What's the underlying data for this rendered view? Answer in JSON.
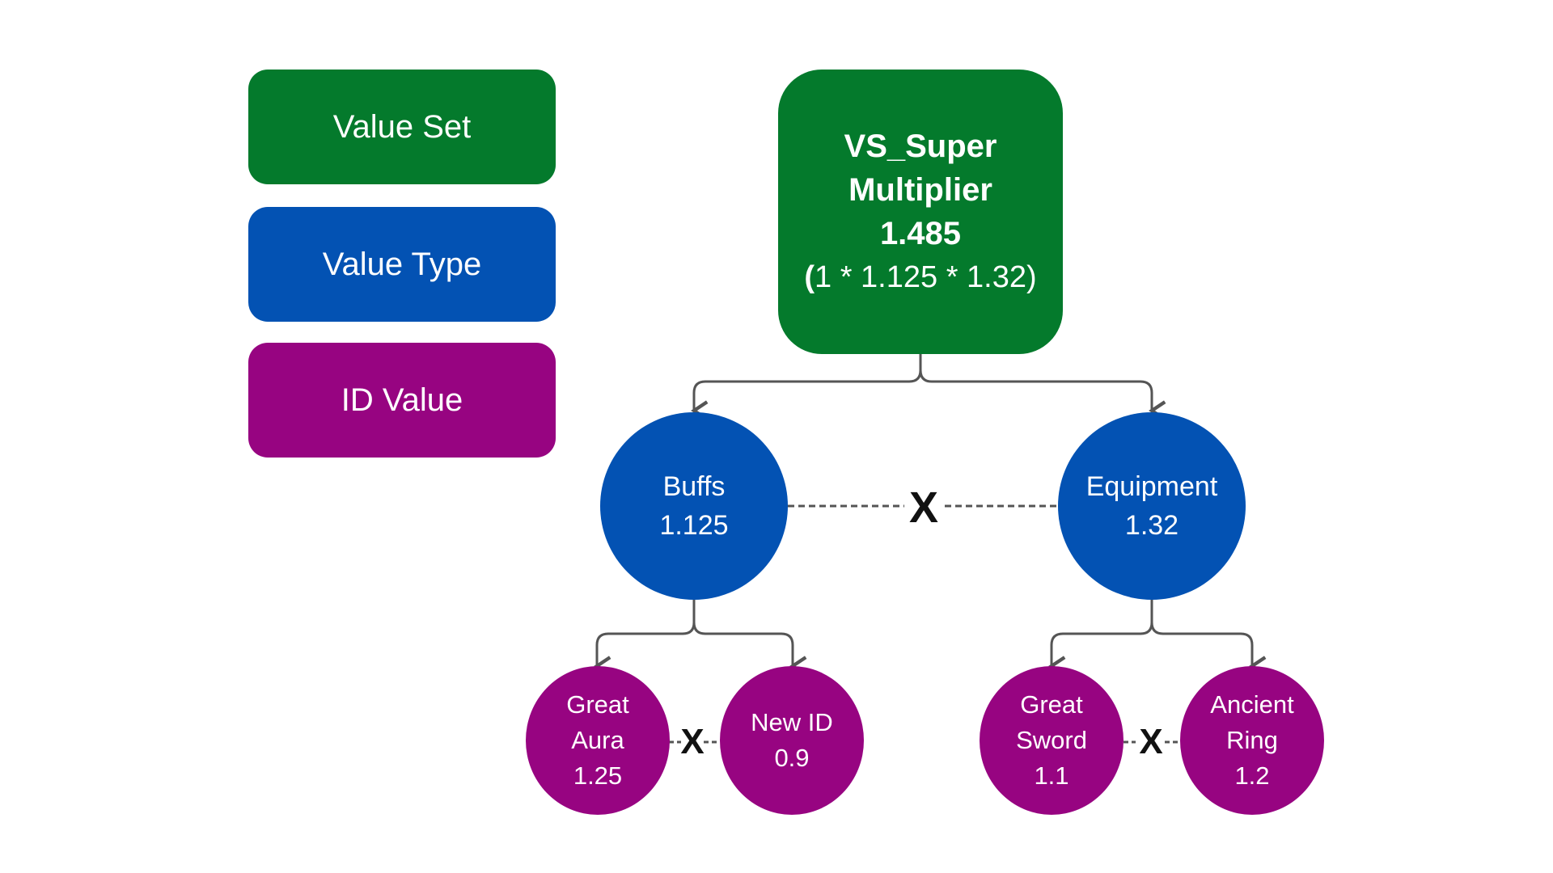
{
  "colors": {
    "value_set": "#047a2c",
    "value_type": "#0352b3",
    "id_value": "#970481",
    "connector": "#555555"
  },
  "legend": {
    "value_set": "Value Set",
    "value_type": "Value Type",
    "id_value": "ID Value"
  },
  "root": {
    "name_line1": "VS_Super",
    "name_line2": "Multiplier",
    "value": "1.485",
    "formula_open": "(",
    "formula_rest": "1 * 1.125 * 1.32)"
  },
  "types": {
    "buffs": {
      "name": "Buffs",
      "value": "1.125"
    },
    "equipment": {
      "name": "Equipment",
      "value": "1.32"
    }
  },
  "ids": {
    "great_aura": {
      "line1": "Great",
      "line2": "Aura",
      "value": "1.25"
    },
    "new_id": {
      "line1": "New ID",
      "value": "0.9"
    },
    "great_sword": {
      "line1": "Great",
      "line2": "Sword",
      "value": "1.1"
    },
    "ancient_ring": {
      "line1": "Ancient",
      "line2": "Ring",
      "value": "1.2"
    }
  },
  "operators": {
    "type_level": "X",
    "buffs_ids": "X",
    "equipment_ids": "X"
  }
}
